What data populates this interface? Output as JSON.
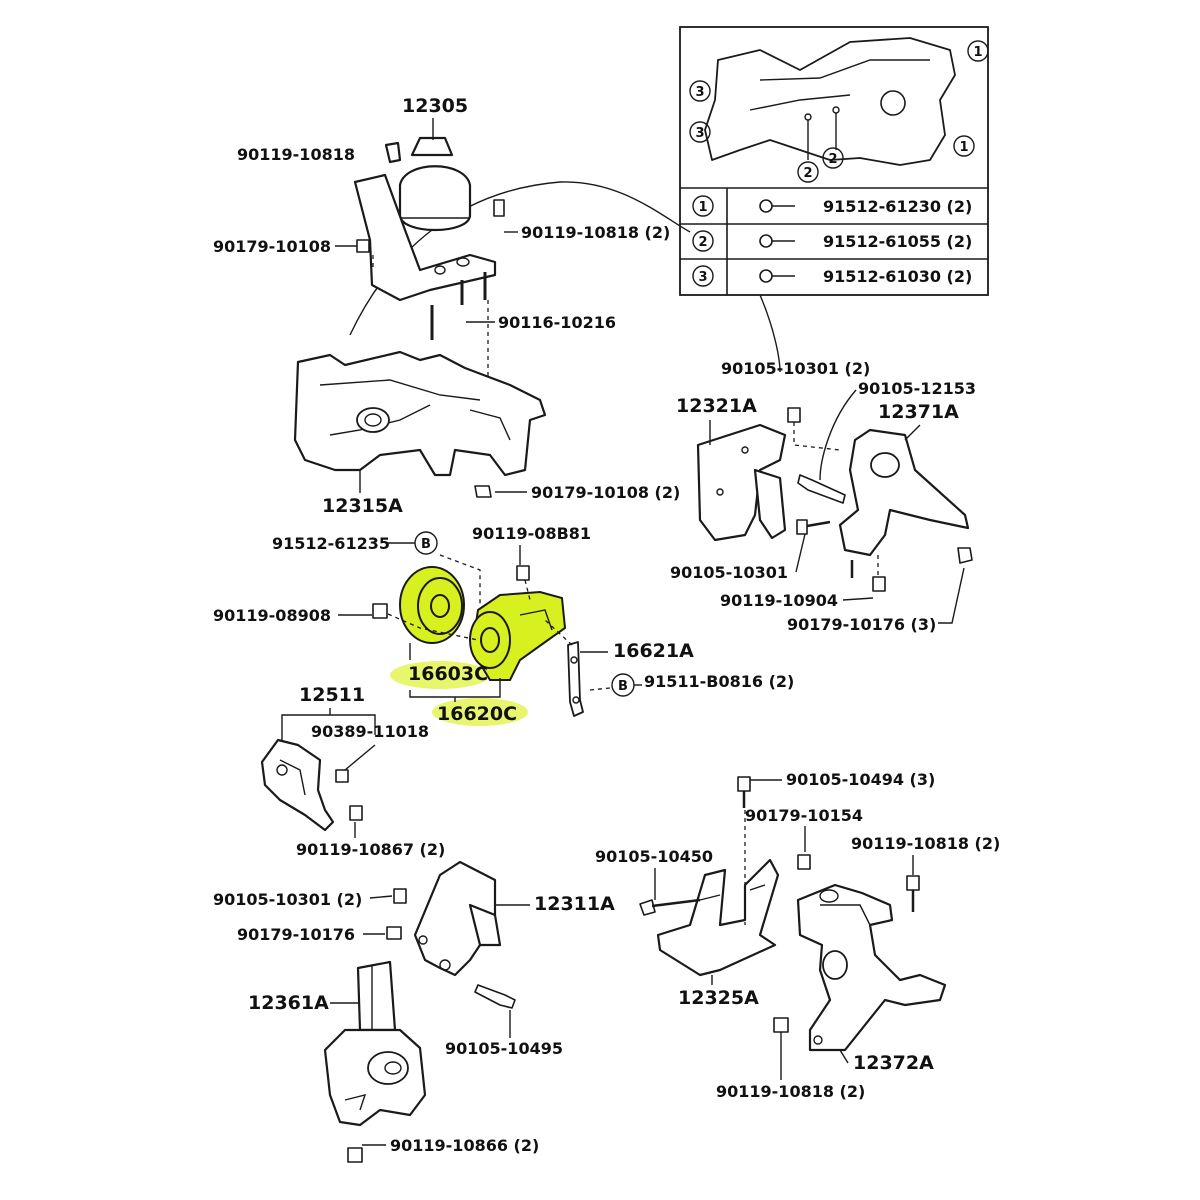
{
  "parts": {
    "p12305": "12305",
    "p90119_10818_a": "90119-10818",
    "p90179_10108_a": "90179-10108",
    "p90119_10818_b": "90119-10818 (2)",
    "p90116_10216": "90116-10216",
    "p12315A": "12315A",
    "p90179_10108_b": "90179-10108 (2)",
    "p90105_10301_2": "90105-10301 (2)",
    "p12321A": "12321A",
    "p90105_12153": "90105-12153",
    "p12371A": "12371A",
    "p90105_10301": "90105-10301",
    "p90119_10904": "90119-10904",
    "p90179_10176_3": "90179-10176 (3)",
    "p91512_61235": "91512-61235",
    "p90119_08B81": "90119-08B81",
    "p90119_08908": "90119-08908",
    "p16621A": "16621A",
    "p16603C": "16603C",
    "p91511_B0816": "91511-B0816 (2)",
    "p16620C": "16620C",
    "p12511": "12511",
    "p90389_11018": "90389-11018",
    "p90119_10867": "90119-10867 (2)",
    "p90105_10494": "90105-10494 (3)",
    "p90179_10154": "90179-10154",
    "p90105_10450": "90105-10450",
    "p90119_10818_c": "90119-10818 (2)",
    "p90105_10301_b": "90105-10301 (2)",
    "p12311A": "12311A",
    "p90179_10176": "90179-10176",
    "p12325A": "12325A",
    "p12361A": "12361A",
    "p90105_10495": "90105-10495",
    "p12372A": "12372A",
    "p90119_10818_d": "90119-10818 (2)",
    "p90119_10866": "90119-10866 (2)"
  },
  "callouts": {
    "one": "1",
    "two": "2",
    "three": "3",
    "b": "B"
  },
  "legend": [
    {
      "mark": "1",
      "part": "91512-61230 (2)"
    },
    {
      "mark": "2",
      "part": "91512-61055 (2)"
    },
    {
      "mark": "3",
      "part": "91512-61030 (2)"
    }
  ],
  "highlight_color": "#d8f020"
}
